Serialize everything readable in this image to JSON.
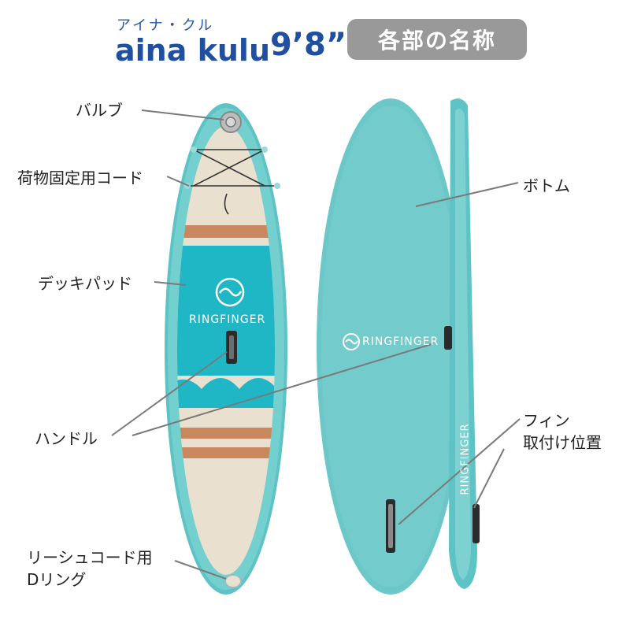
{
  "header": {
    "kana": "アイナ・クル",
    "model": "aina kulu",
    "size": "9’8”",
    "badge": "各部の名称"
  },
  "labels": {
    "valve": "バルブ",
    "cargo_cord": "荷物固定用コード",
    "deck_pad": "デッキパッド",
    "handle": "ハンドル",
    "leash_line1": "リーシュコード用",
    "leash_line2": "Dリング",
    "bottom": "ボトム",
    "fin_line1": "フィン",
    "fin_line2": "取付け位置"
  },
  "board": {
    "logo_deck": "RINGFINGER",
    "logo_bottom": "RINGFINGER",
    "logo_side": "RINGFINGER"
  },
  "colors": {
    "teal": "#6cc7c9",
    "teal_dark": "#3fb0b1",
    "deck_teal": "#1fb6c6",
    "cream": "#e9e0cf",
    "stripe": "#c9875d",
    "header_blue": "#1f4f9e",
    "badge_gray": "#999999"
  }
}
